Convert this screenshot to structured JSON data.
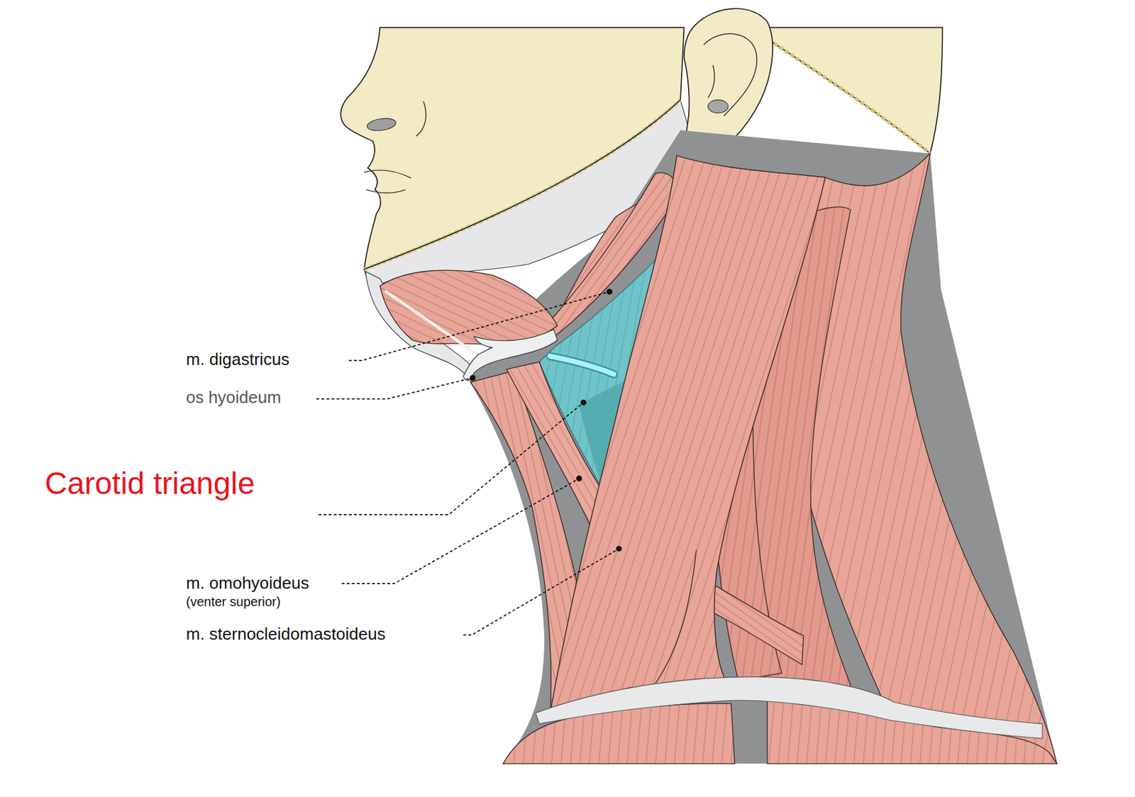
{
  "diagram": {
    "labels": [
      "m. digastricus",
      "os hyoideum",
      "Carotid triangle",
      "m. omohyoideus",
      "(venter superior)",
      "m. sternocleidomastoideus"
    ]
  }
}
